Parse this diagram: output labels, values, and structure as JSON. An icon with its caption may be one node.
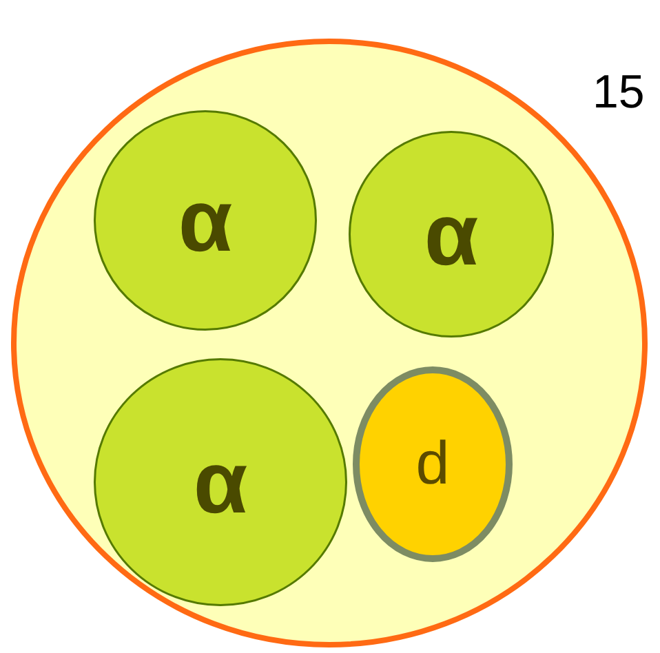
{
  "diagram": {
    "nodes": [
      {
        "text": [],
        "shape": "circle"
      },
      {
        "text": [
          "α"
        ],
        "in": 0
      },
      {
        "text": [
          "α"
        ],
        "in": 0
      },
      {
        "text": [
          "α"
        ],
        "in": 0
      },
      {
        "text": [
          "d"
        ],
        "in": 0
      }
    ],
    "labels": [
      "15"
    ]
  }
}
